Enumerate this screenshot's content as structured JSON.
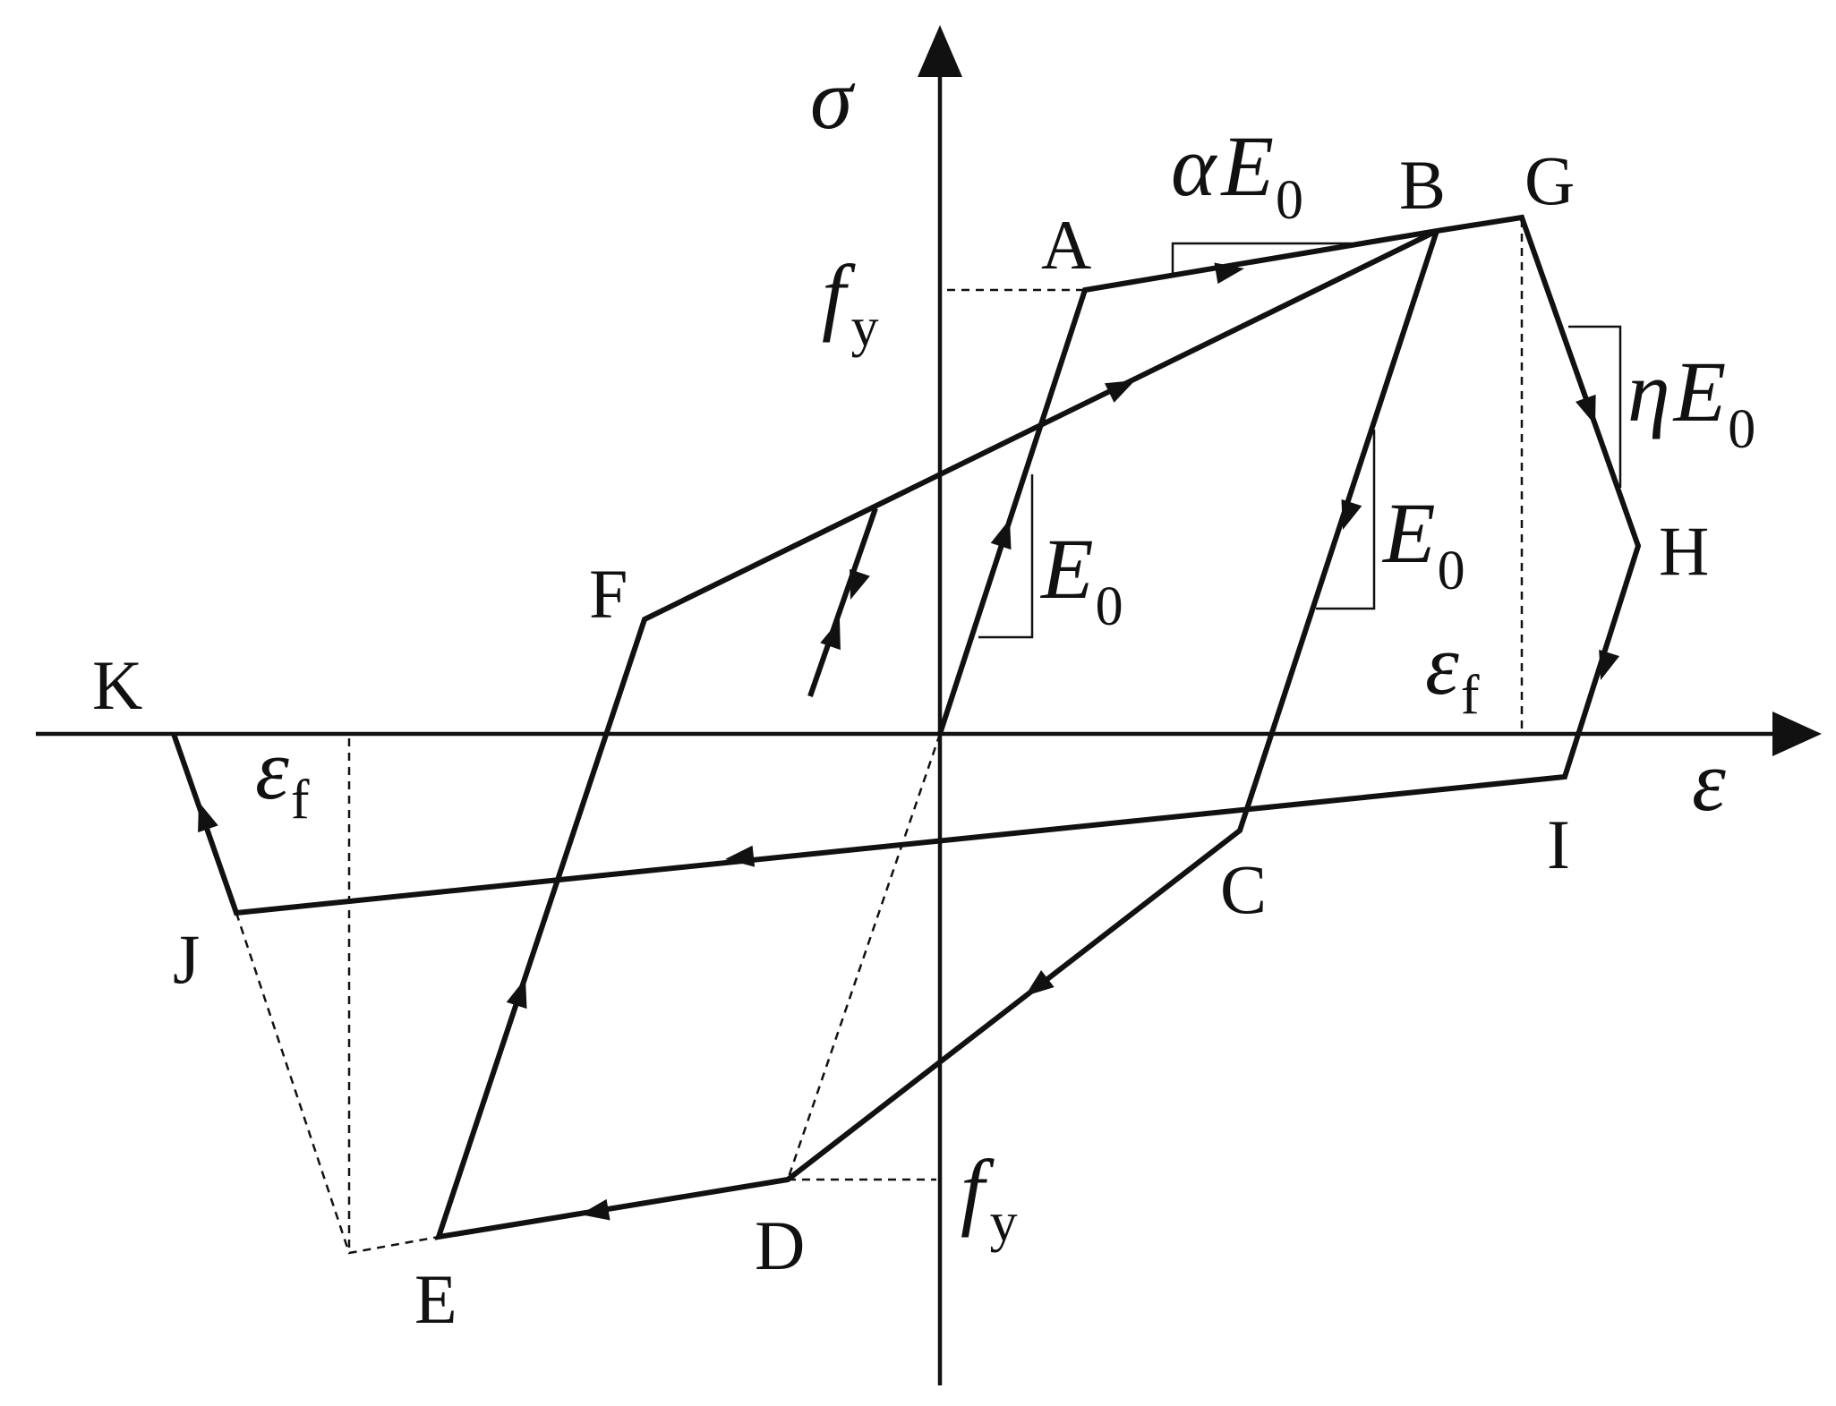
{
  "axes": {
    "x_symbol": "ε",
    "y_symbol": "σ"
  },
  "points": {
    "A": "A",
    "B": "B",
    "C": "C",
    "D": "D",
    "E": "E",
    "F": "F",
    "G": "G",
    "H": "H",
    "I": "I",
    "J": "J",
    "K": "K"
  },
  "annotations": {
    "yield_top": {
      "base": "f",
      "sub": "y"
    },
    "yield_bottom": {
      "base": "f",
      "sub": "y"
    },
    "strain_fracture_right": {
      "base": "ε",
      "sub": "f"
    },
    "strain_fracture_left": {
      "base": "ε",
      "sub": "f"
    },
    "hardening_slope": {
      "coef": "α",
      "base": "E",
      "sub": "0"
    },
    "elastic_slope_left": {
      "base": "E",
      "sub": "0"
    },
    "elastic_slope_right": {
      "base": "E",
      "sub": "0"
    },
    "softening_slope": {
      "coef": "η",
      "base": "E",
      "sub": "0"
    }
  }
}
